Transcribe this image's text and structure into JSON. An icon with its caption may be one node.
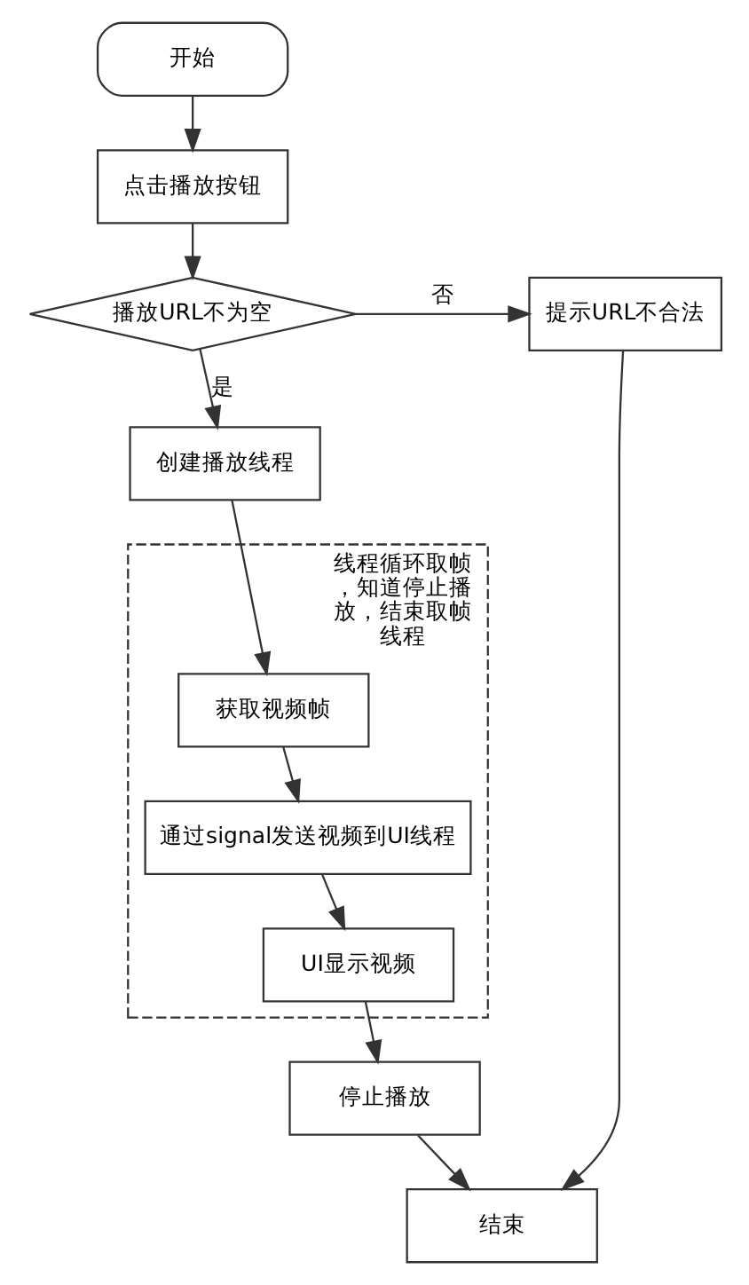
{
  "diagram": {
    "nodes": [
      {
        "text": [
          "开始"
        ]
      },
      {
        "text": [
          "点击播放按钮"
        ]
      },
      {
        "text": [
          "播放URL不为空"
        ]
      },
      {
        "text": [
          "提示URL不合法"
        ]
      },
      {
        "text": [
          "创建播放线程"
        ]
      },
      {
        "text": [
          "线程循环取帧，知道停止播放，结束取帧线程"
        ]
      },
      {
        "text": [
          "获取视频帧"
        ],
        "in": 5
      },
      {
        "text": [
          "通过signal发送视频到UI线程"
        ],
        "in": 5
      },
      {
        "text": [
          "UI显示视频"
        ],
        "in": 5
      },
      {
        "text": [
          "停止播放"
        ]
      },
      {
        "text": [
          "结束"
        ]
      }
    ],
    "edges": [
      {
        "from": 0,
        "to": 1,
        "arrow": "to"
      },
      {
        "from": 1,
        "to": 2,
        "arrow": "to"
      },
      {
        "from": 2,
        "to": 3,
        "arrow": "to",
        "label": "否"
      },
      {
        "from": 2,
        "to": 4,
        "arrow": "to",
        "label": "是"
      },
      {
        "from": 4,
        "to": 6,
        "arrow": "to"
      },
      {
        "from": 6,
        "to": 7,
        "arrow": "to"
      },
      {
        "from": 7,
        "to": 8,
        "arrow": "to"
      },
      {
        "from": 8,
        "to": 9,
        "arrow": "to"
      },
      {
        "from": 9,
        "to": 10,
        "arrow": "to"
      },
      {
        "from": 3,
        "to": 10,
        "arrow": "to"
      }
    ]
  }
}
